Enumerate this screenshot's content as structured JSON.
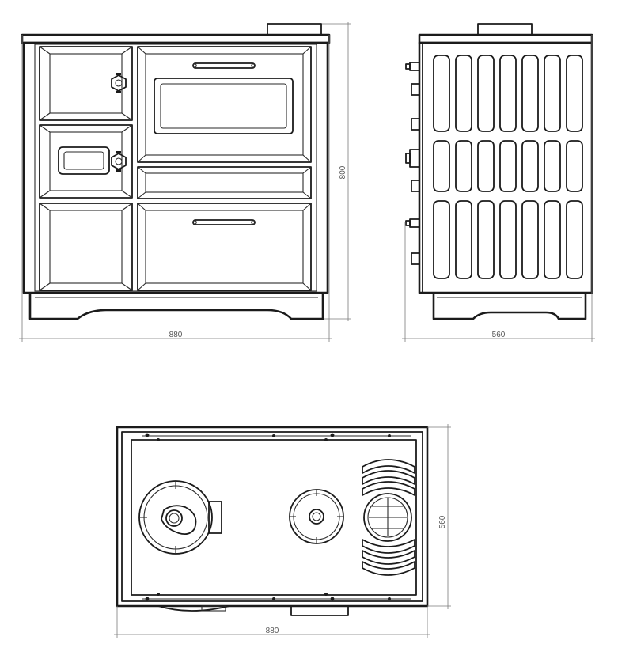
{
  "dimensions": {
    "front_width": "880",
    "front_height": "800",
    "side_depth": "560",
    "top_width": "880",
    "top_depth": "560"
  },
  "colors": {
    "line": "#1b1b1b",
    "dimension": "#555555",
    "background": "#ffffff"
  }
}
